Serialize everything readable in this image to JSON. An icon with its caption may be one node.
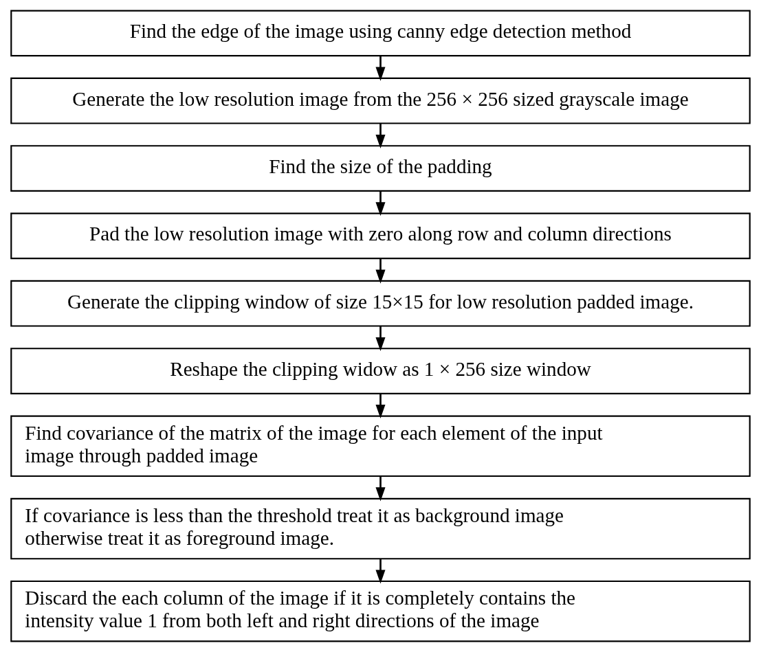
{
  "diagram": {
    "nodes": [
      {
        "text": [
          "Find the edge of the image using canny edge detection method"
        ]
      },
      {
        "text": [
          "Generate the low resolution image from the 256 × 256 sized grayscale image"
        ]
      },
      {
        "text": [
          "Find the size of the padding"
        ]
      },
      {
        "text": [
          "Pad the low resolution image with zero along row and column directions"
        ]
      },
      {
        "text": [
          "Generate the clipping window of size 15×15 for low resolution padded image."
        ]
      },
      {
        "text": [
          "Reshape the clipping widow as 1 × 256 size window"
        ]
      },
      {
        "text": [
          "Find covariance of the matrix of the image for each element of the input image through padded image"
        ]
      },
      {
        "text": [
          "If covariance is less than the threshold treat it as background image otherwise treat it as foreground image."
        ]
      },
      {
        "text": [
          "Discard the each column of the image if it is completely contains the intensity value 1 from both left and right directions of the image"
        ]
      }
    ],
    "edges": [
      {
        "from": 0,
        "to": 1,
        "arrow": "to"
      },
      {
        "from": 1,
        "to": 2,
        "arrow": "to"
      },
      {
        "from": 2,
        "to": 3,
        "arrow": "to"
      },
      {
        "from": 3,
        "to": 4,
        "arrow": "to"
      },
      {
        "from": 4,
        "to": 5,
        "arrow": "to"
      },
      {
        "from": 5,
        "to": 6,
        "arrow": "to"
      },
      {
        "from": 6,
        "to": 7,
        "arrow": "to"
      },
      {
        "from": 7,
        "to": 8,
        "arrow": "to"
      }
    ]
  }
}
